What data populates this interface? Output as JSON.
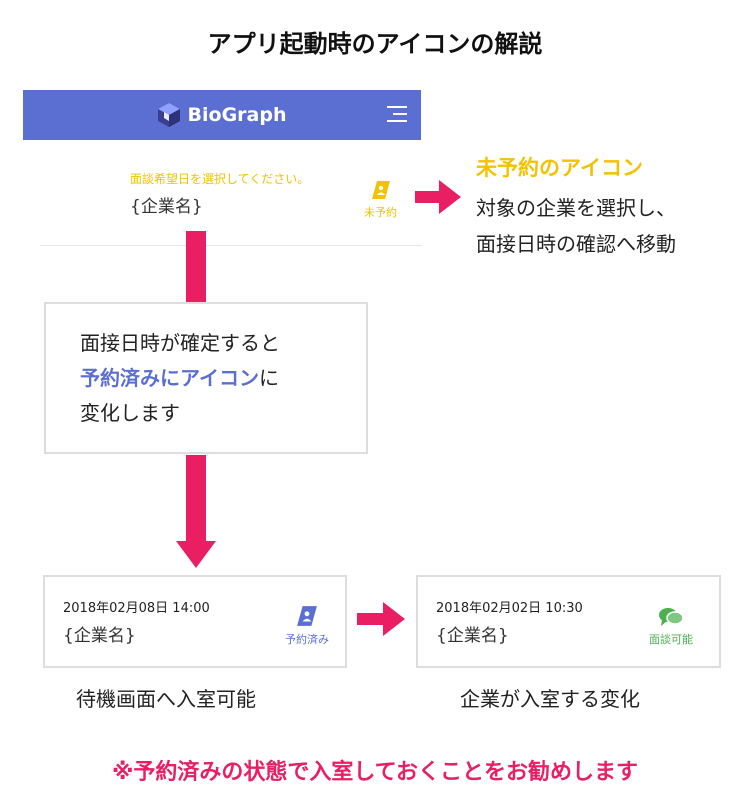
{
  "title": "アプリ起動時のアイコンの解説",
  "app": {
    "name": "BioGraph"
  },
  "unreserved_row": {
    "hint": "面談希望日を選択してください。",
    "company": "{企業名}",
    "badge_label": "未予約"
  },
  "unreserved_annotation": {
    "title": "未予約のアイコン",
    "line1": "対象の企業を選択し、",
    "line2": "面接日時の確認へ移動"
  },
  "explanation": {
    "line1": "面接日時が確定すると",
    "line2_highlight": "予約済みにアイコン",
    "line2_rest": "に",
    "line3": "変化します"
  },
  "card_reserved": {
    "datetime": "2018年02月08日 14:00",
    "company": "{企業名}",
    "badge_label": "予約済み",
    "caption": "待機画面へ入室可能"
  },
  "card_available": {
    "datetime": "2018年02月02日 10:30",
    "company": "{企業名}",
    "badge_label": "面談可能",
    "caption": "企業が入室する変化"
  },
  "footer_note": "※予約済みの状態で入室しておくことをお勧めします",
  "colors": {
    "brand": "#5b6fd3",
    "unreserved": "#f3c200",
    "available": "#4caf50",
    "accent": "#e91e63"
  },
  "icons": {
    "logo": "biograph-logo-icon",
    "menu": "menu-icon",
    "unreserved": "unreserved-icon",
    "reserved": "reserved-icon",
    "available": "chat-bubbles-icon"
  }
}
